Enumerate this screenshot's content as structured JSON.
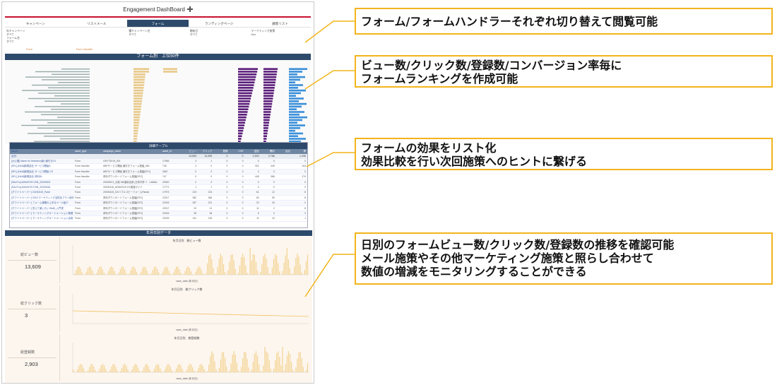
{
  "dashboard": {
    "title": "Engagement DashBoard",
    "tabs": [
      {
        "label": "キャンペーン",
        "active": false
      },
      {
        "label": "リストメール",
        "active": false
      },
      {
        "label": "フォーム",
        "active": true
      },
      {
        "label": "ランディングページ",
        "active": false
      },
      {
        "label": "顧客リスト",
        "active": false
      }
    ],
    "filters": [
      [
        "年キャンペーン",
        "すべて",
        "フォーム名",
        "すべて"
      ],
      [
        ""
      ],
      [
        "種キャンペーン名",
        "すべて"
      ],
      [
        "開始日",
        "すべて"
      ],
      [
        "マーケティング施策",
        "Ano"
      ]
    ],
    "filter_row2": [
      "Form",
      "Form Handler"
    ],
    "ranking_header": "フォーム別　上位50件",
    "detail_header": "詳細テーブル",
    "daily_header": "年月日別データ",
    "kpis": [
      {
        "label": "総ビュー数",
        "value": "13,609"
      },
      {
        "label": "総クリック数",
        "value": "3"
      },
      {
        "label": "総登録数",
        "value": "2,903"
      }
    ],
    "charts": [
      {
        "title": "年月日別　総ビュー数",
        "xlabel": "case_date (年月日)"
      },
      {
        "title": "年月日別　総クリック数",
        "xlabel": "case_date (年月日)"
      },
      {
        "title": "年月日別　総登録数",
        "xlabel": "case_date (年月日)"
      }
    ],
    "detail": {
      "columns": [
        "Name",
        "asset_type",
        "campaign_name",
        "asset_id",
        "ビュー",
        "クリック",
        "登録",
        "CVR",
        "送信",
        "開封",
        "反応",
        "率"
      ],
      "total": [
        "合計",
        "",
        "",
        "",
        "13,609",
        "13,399",
        "3",
        "0",
        "2,903",
        "2,766",
        "",
        "1,206"
      ],
      "rows": [
        [
          "[大公展] Name for Selection(新) 値付きCV",
          "Form",
          "ONYT2019_001",
          "17963",
          "3",
          "1",
          "0",
          "0",
          "0",
          "0",
          "",
          "0"
        ],
        [
          "[SFL] [HAM]新規会社 サービス開始S",
          "Form Handler",
          "ABFサービス開始 値付きフォーム基盤_MN",
          "745",
          "3",
          "0",
          "0",
          "0",
          "321",
          "449",
          "",
          "104"
        ],
        [
          "[SFL] [HAM]新規会社 サービス開始 CK",
          "Form Handler",
          "ABFサービス開始 値付きフォーム基盤[SFC]",
          "2667",
          "0",
          "0",
          "0",
          "0",
          "3",
          "3",
          "",
          "0"
        ],
        [
          "[SFL] [HAM]新規会社 資料DL",
          "Form Handler",
          "資料ダウンロードフォーム基盤[SFC]",
          "747",
          "0",
          "0",
          "0",
          "0",
          "445",
          "386",
          "",
          "174"
        ],
        [
          "[SALPro] ADNATOS DXB_20200003",
          "Form",
          "20200001_大阪 MA運用活用 (日本内外 Y　LABAIL",
          "20000",
          "2",
          "0",
          "0",
          "0",
          "0",
          "0",
          "",
          "0"
        ],
        [
          "[SALPro] ADNATOS DXB_20200316",
          "Form",
          "20200316_ADNATOS DX実習ガイド",
          "17771",
          "1",
          "1",
          "0",
          "0",
          "0",
          "0",
          "",
          "0"
        ],
        [
          "[ホワイトペーパー] 20200319_Pardi",
          "Form",
          "20190420_DXバブルコピーフォームPardot",
          "17973",
          "219",
          "213",
          "0",
          "0",
          "61",
          "12",
          "",
          "8"
        ],
        [
          "[ホワイトペーパー] 2019 マーケティング活性化プラン読本",
          "Form",
          "資料ダウンロードフォーム基盤[SFC]",
          "22017",
          "382",
          "366",
          "0",
          "0",
          "60",
          "59",
          "",
          "8"
        ],
        [
          "[ホワイトペーパー] フォーム構築の上手なツール紹介",
          "Form",
          "資料ダウンロードフォーム基盤[SFC]",
          "22015",
          "287",
          "221",
          "0",
          "0",
          "23",
          "34",
          "",
          "2"
        ],
        [
          "[ホワイトペーパー] 覚えて使いたい BtoB_入門書",
          "Form",
          "資料ダウンロードフォーム基盤[SFC]",
          "22017",
          "22",
          "21",
          "0",
          "0",
          "11",
          "2",
          "",
          "8"
        ],
        [
          "[ホワイトペーパー] マーケティングオートメーション基礎",
          "Form",
          "資料ダウンロードフォーム基盤[SFC]",
          "22015",
          "35",
          "36",
          "0",
          "0",
          "5",
          "0",
          "",
          "2"
        ],
        [
          "[ホワイトペーパー] マーケティングオートメーション活用",
          "Form",
          "資料ダウンロードフォーム基盤[SFC]",
          "22015",
          "141",
          "133",
          "0",
          "0",
          "11",
          "10",
          "",
          "1"
        ]
      ]
    }
  },
  "callouts": [
    {
      "lines": [
        "フォーム/フォームハンドラーそれぞれ切り替えて閲覧可能"
      ]
    },
    {
      "lines": [
        "ビュー数/クリック数/登録数/コンバージョン率毎に",
        "フォームランキングを作成可能"
      ]
    },
    {
      "lines": [
        "フォームの効果をリスト化",
        "効果比較を行い次回施策へのヒントに繋げる"
      ]
    },
    {
      "lines": [
        "日別のフォームビュー数/クリック数/登録数の推移を確認可能",
        "メール施策やその他マーケティング施策と照らし合わせて",
        "数値の増減をモニタリングすることができる"
      ]
    }
  ],
  "colors": {
    "accent_yellow": "#f2b51c",
    "header_navy": "#2e4a6b",
    "title_red": "#c8102e",
    "bar_tan": "#e8c98a",
    "bar_purple": "#5a1c7a",
    "bar_blue": "#3a8fd9"
  },
  "icons": {
    "title_plus": "plus-icon"
  }
}
